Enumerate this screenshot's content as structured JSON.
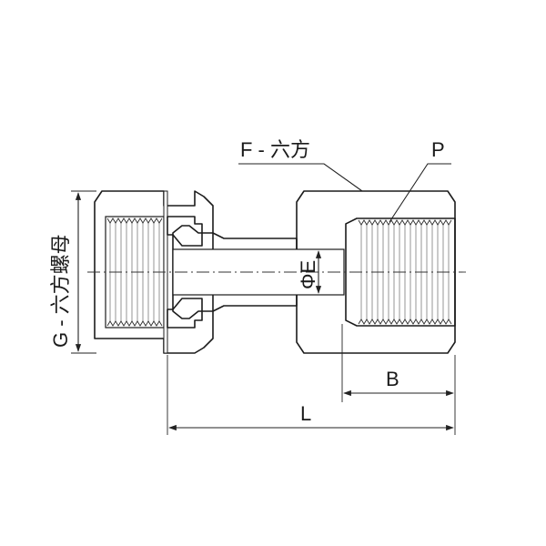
{
  "labels": {
    "hex_body": "F - 六方",
    "thread_port": "P",
    "nut_hex": "G - 六方螺母",
    "bore_dia": "ΦE",
    "thread_length": "B",
    "overall_length": "L"
  },
  "colors": {
    "nut_fill": "#6f6f6f",
    "body_fill": "#c7c8ca",
    "bore_fill": "#ffffff",
    "line": "#1c1c1c"
  }
}
